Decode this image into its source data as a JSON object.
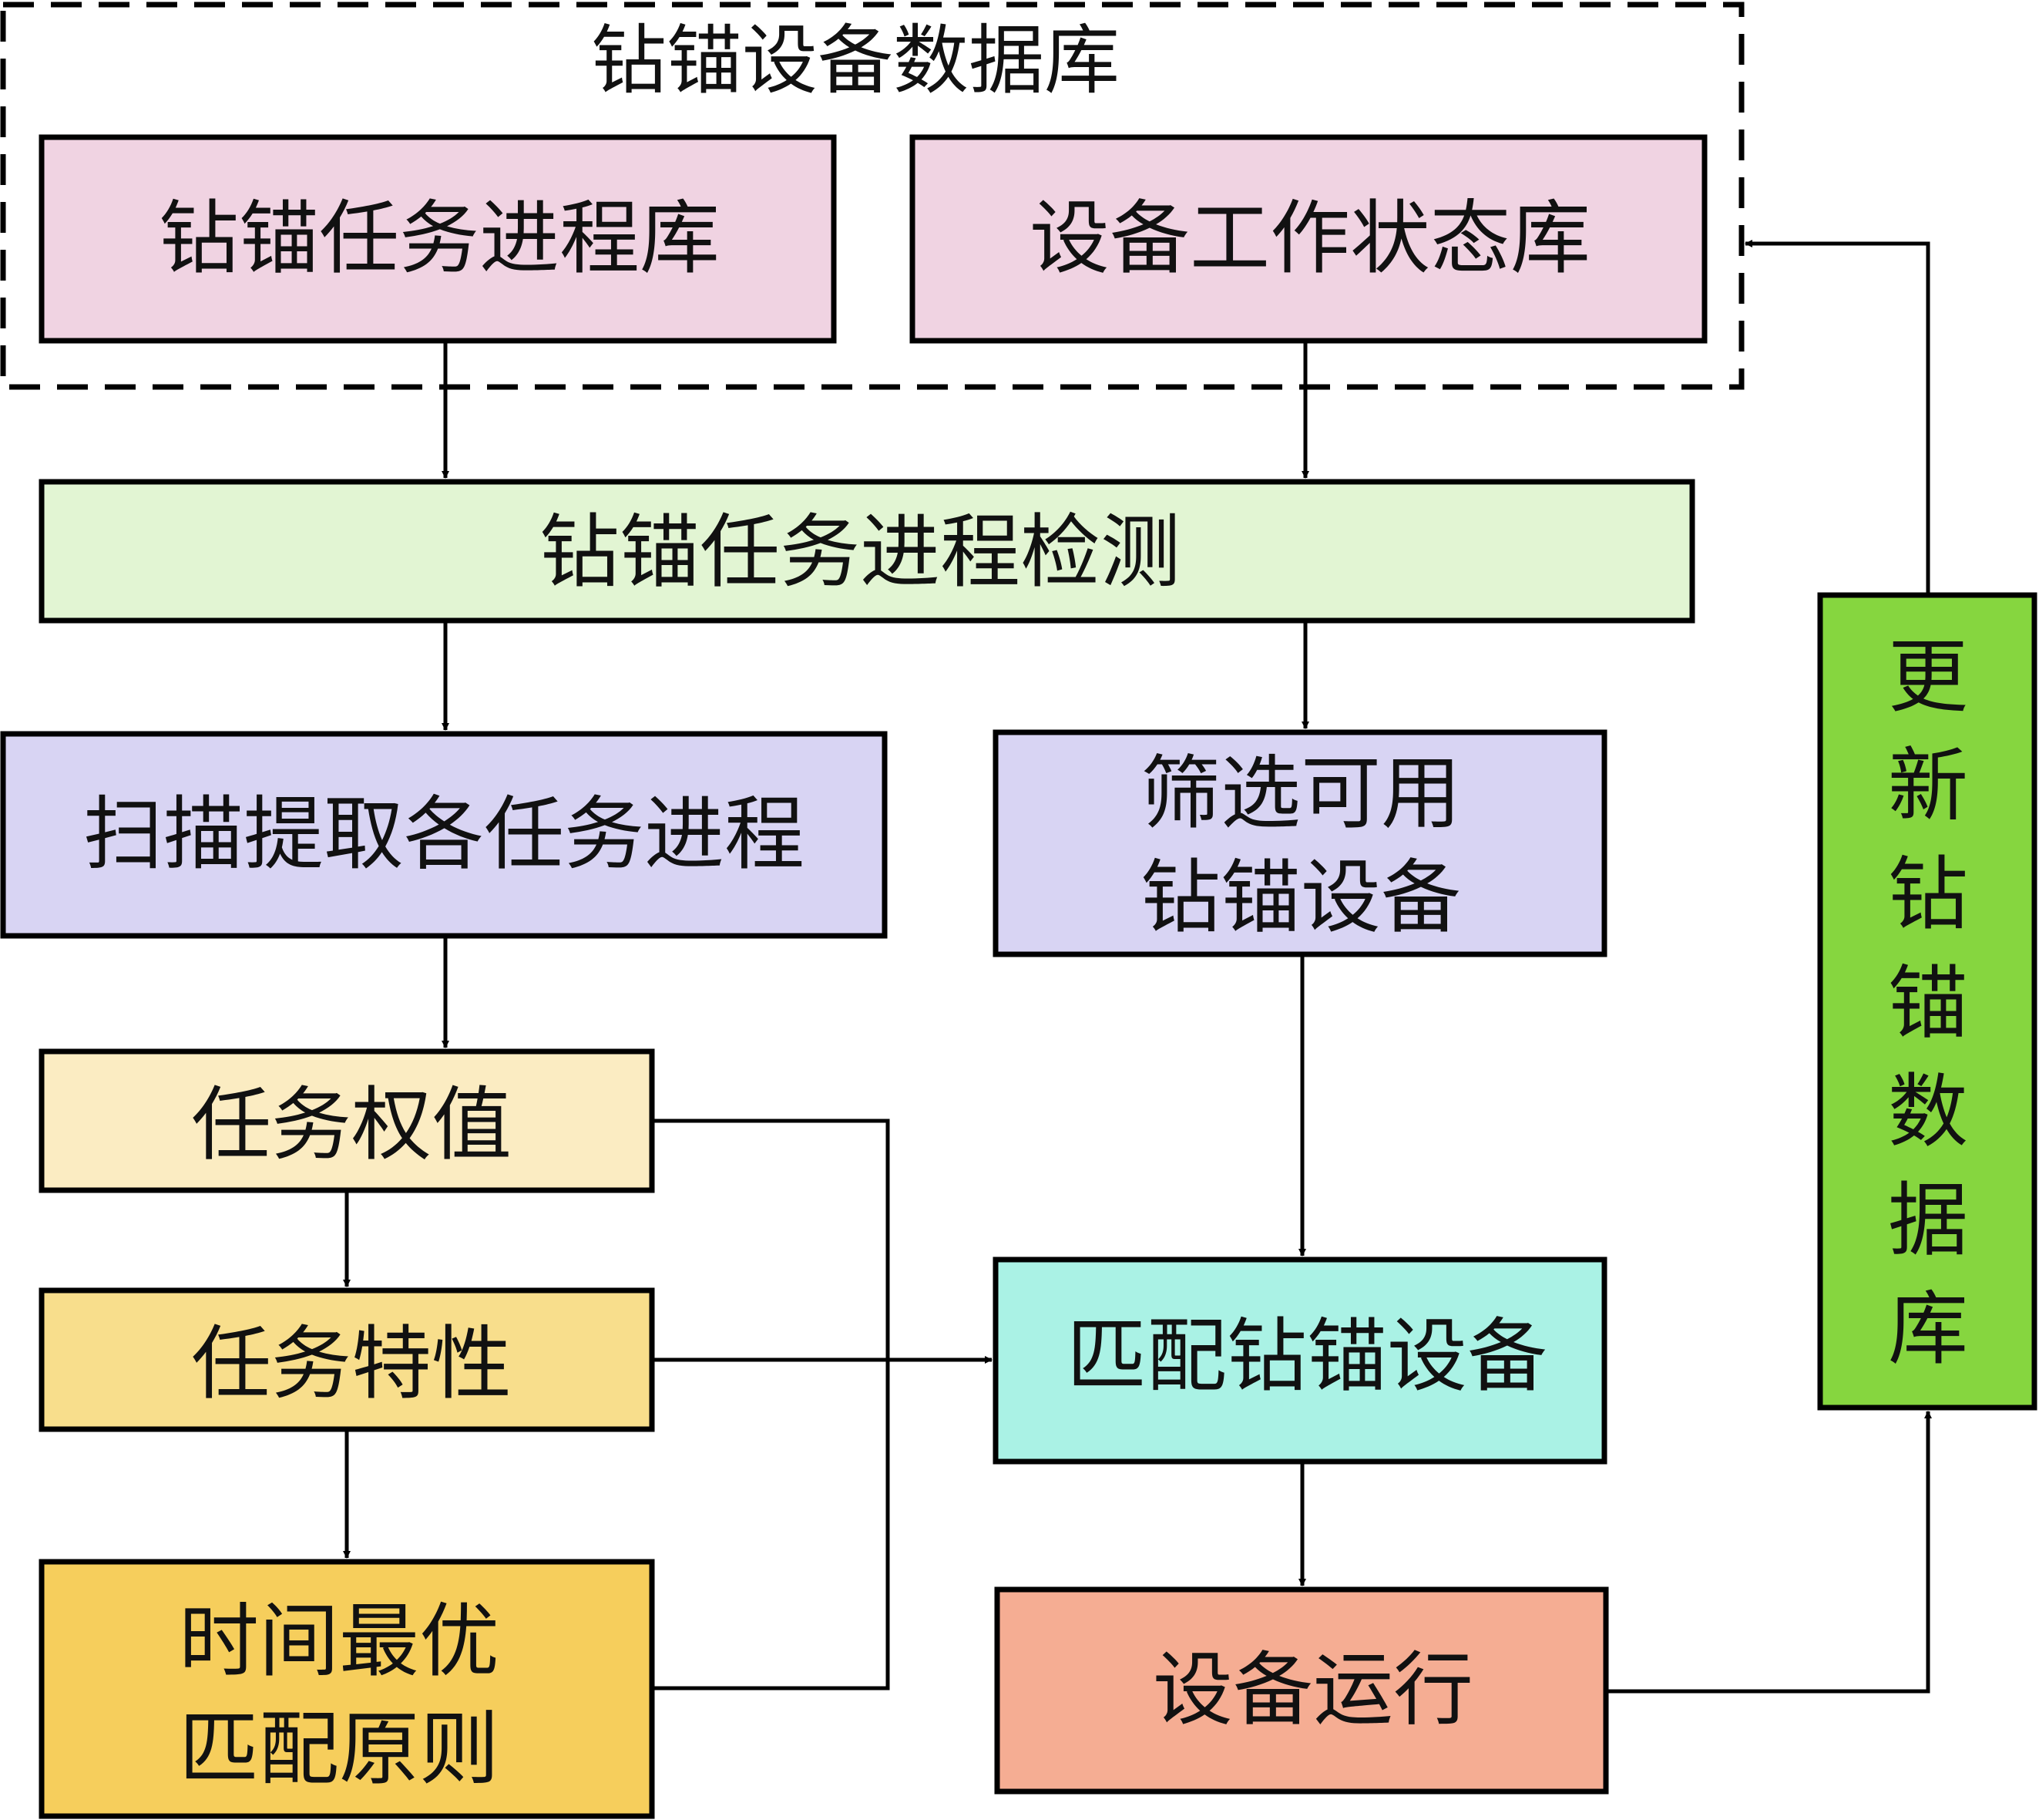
{
  "group": {
    "title": "钻锚设备数据库"
  },
  "nodes": {
    "task_progress_db": {
      "label": "钻锚任务进程库",
      "color": "#f0d3e2"
    },
    "equipment_status_db": {
      "label": "设备工作状态库",
      "color": "#f0d3e2"
    },
    "task_progress_detection": {
      "label": "钻锚任务进程检测",
      "color": "#e2f5d3"
    },
    "scan_extract_tasks": {
      "label": "扫描提取各任务进程",
      "color": "#d8d4f3"
    },
    "filter_available": {
      "lines": [
        "筛选可用",
        "钻锚设备"
      ],
      "color": "#d8d4f3"
    },
    "task_weight": {
      "label": "任务权值",
      "color": "#fbecc2"
    },
    "task_characteristics": {
      "label": "任务特性",
      "color": "#f8de8c"
    },
    "time_optimal": {
      "lines": [
        "时间最优",
        "匹配原则"
      ],
      "color": "#f6ce5c"
    },
    "match_equipment": {
      "label": "匹配钻锚设备",
      "color": "#aaf2e5"
    },
    "equipment_operation": {
      "label": "设备运行",
      "color": "#f5ad93"
    },
    "update_db": {
      "chars": [
        "更",
        "新",
        "钻",
        "锚",
        "数",
        "据",
        "库"
      ],
      "color": "#86d63f"
    }
  },
  "edges": [
    {
      "from": "task_progress_db",
      "to": "task_progress_detection"
    },
    {
      "from": "equipment_status_db",
      "to": "task_progress_detection"
    },
    {
      "from": "task_progress_detection",
      "to": "scan_extract_tasks"
    },
    {
      "from": "task_progress_detection",
      "to": "filter_available"
    },
    {
      "from": "scan_extract_tasks",
      "to": "task_weight"
    },
    {
      "from": "task_weight",
      "to": "task_characteristics"
    },
    {
      "from": "task_characteristics",
      "to": "time_optimal"
    },
    {
      "from": "task_weight",
      "to": "match_equipment"
    },
    {
      "from": "task_characteristics",
      "to": "match_equipment"
    },
    {
      "from": "time_optimal",
      "to": "match_equipment"
    },
    {
      "from": "filter_available",
      "to": "match_equipment"
    },
    {
      "from": "match_equipment",
      "to": "equipment_operation"
    },
    {
      "from": "equipment_operation",
      "to": "update_db"
    },
    {
      "from": "update_db",
      "to": "group"
    }
  ]
}
